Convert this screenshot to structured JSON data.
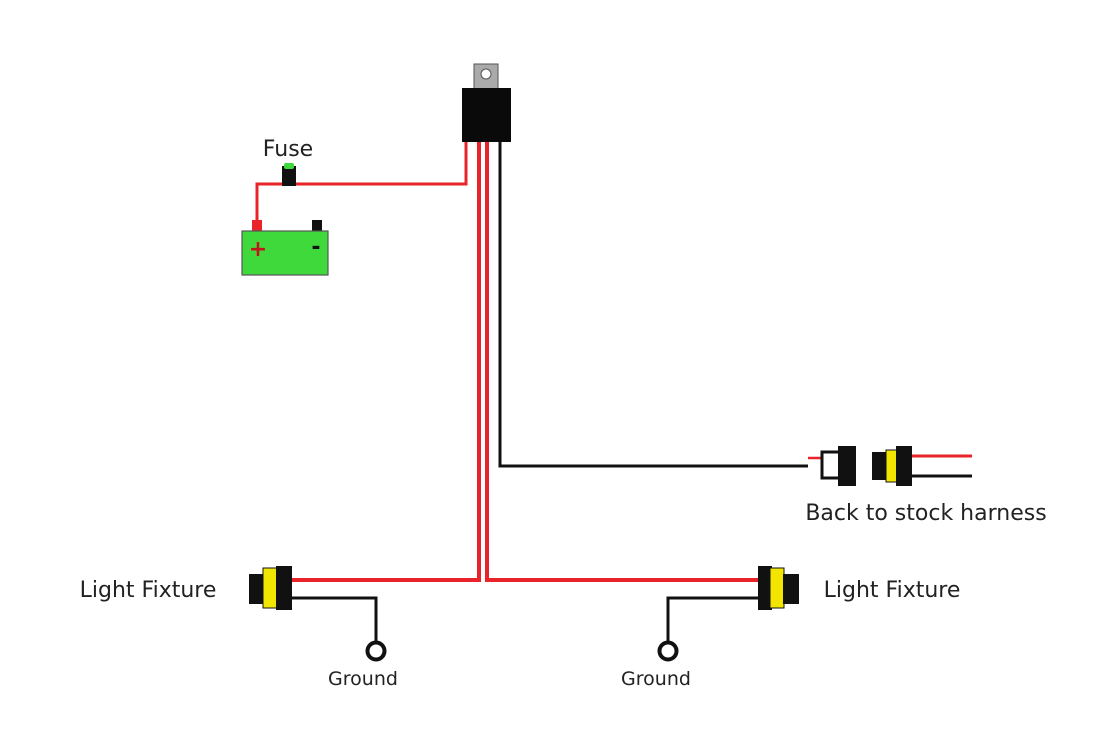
{
  "labels": {
    "fuse": "Fuse",
    "battery_plus": "+",
    "battery_minus": "-",
    "harness": "Back to stock harness",
    "fixture_left": "Light Fixture",
    "fixture_right": "Light Fixture",
    "ground_left": "Ground",
    "ground_right": "Ground"
  },
  "colors": {
    "wire_red": "#e8242a",
    "wire_black": "#111111",
    "battery": "#3fd93b",
    "plug_yellow": "#f2e600",
    "relay_tab": "#aaaaaa"
  },
  "icons": [
    "relay-icon",
    "fuse-icon",
    "battery-icon",
    "connector-icon",
    "ground-icon"
  ]
}
